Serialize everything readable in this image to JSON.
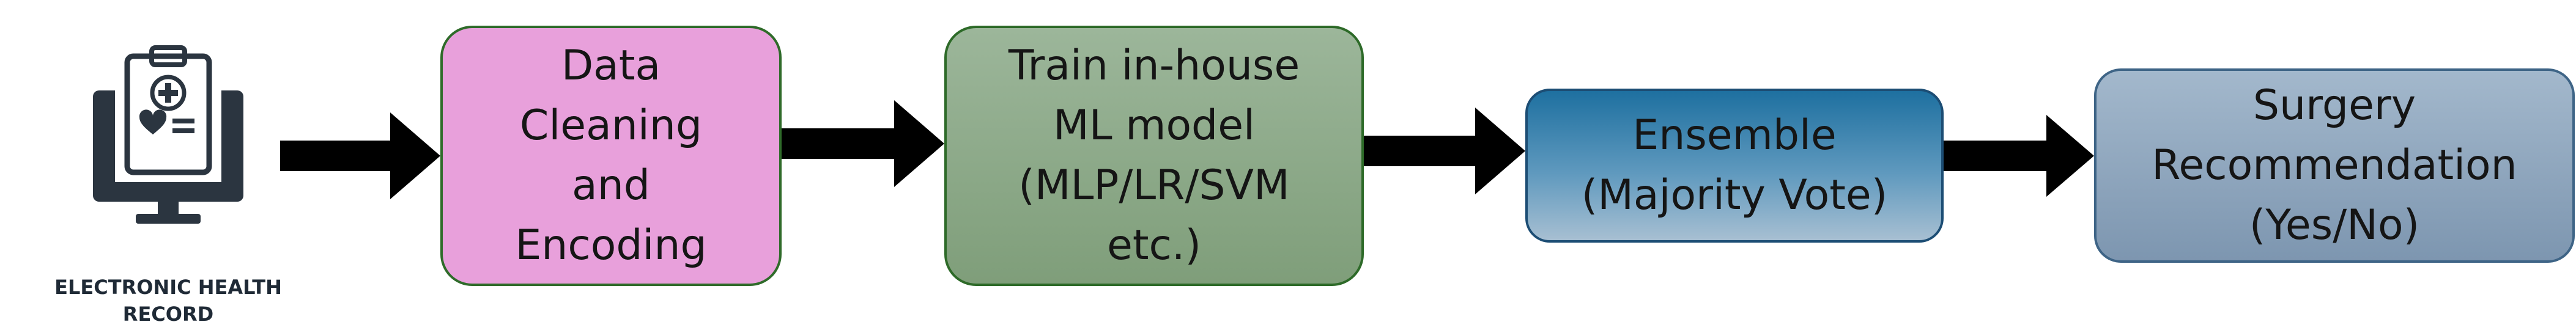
{
  "source": {
    "icon": "monitor-with-clipboard-icon",
    "label_lines": [
      "ELECTRONIC HEALTH",
      "RECORD"
    ]
  },
  "steps": [
    {
      "label": "Data\nCleaning\nand\nEncoding"
    },
    {
      "label": "Train in-house\nML model\n(MLP/LR/SVM\netc.)"
    },
    {
      "label": "Ensemble\n(Majority Vote)"
    },
    {
      "label": "Surgery\nRecommendation\n(Yes/No)"
    }
  ],
  "colors": {
    "cleaning_fill": "#e8a0db",
    "train_fill": "#8fab8b",
    "ensemble_fill": "#3f84b0",
    "surgery_fill": "#90a8bf",
    "arrow": "#000000",
    "icon": "#2b3540"
  }
}
